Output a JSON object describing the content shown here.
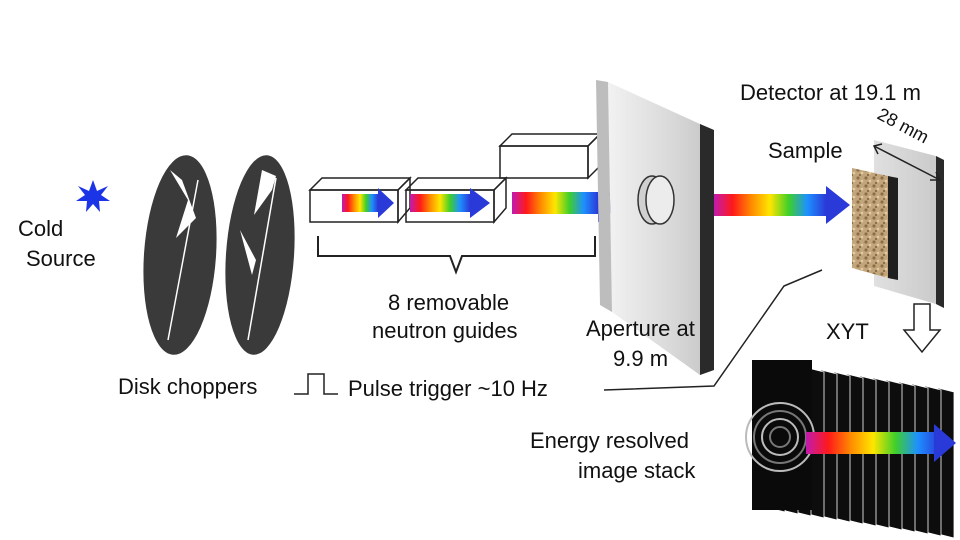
{
  "labels": {
    "cold_source_1": "Cold",
    "cold_source_2": "Source",
    "disk_choppers": "Disk choppers",
    "pulse_trigger": "Pulse trigger ~10 Hz",
    "guides_1": "8 removable",
    "guides_2": "neutron guides",
    "aperture_1": "Aperture at",
    "aperture_2": "9.9 m",
    "detector": "Detector at 19.1 m",
    "detector_width": "28 mm",
    "sample": "Sample",
    "xyt": "XYT",
    "stack_1": "Energy resolved",
    "stack_2": "image stack"
  },
  "colors": {
    "source_star": "#1b34e6",
    "chopper": "#3a3a3a",
    "aperture_face": "#dedede",
    "aperture_edge": "#2a2a2a",
    "sample": "#b89a6e",
    "spectrum": [
      "#c21ab0",
      "#ff1a1a",
      "#ff8a00",
      "#ffe600",
      "#3fcf2a",
      "#1e90ff",
      "#2a3ad8"
    ]
  }
}
